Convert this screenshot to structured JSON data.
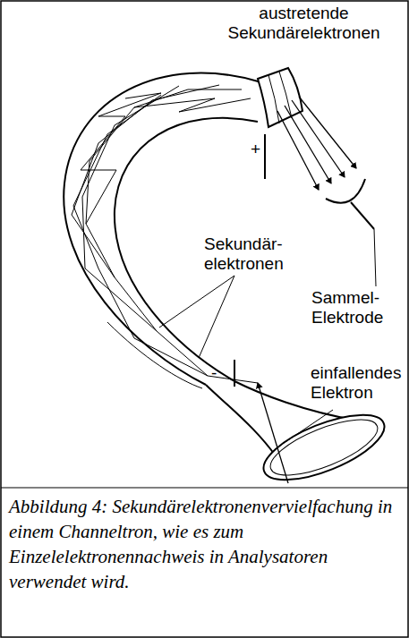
{
  "diagram": {
    "caption": "Abbildung 4: Sekundärelektronenvervielfachung in einem Channeltron, wie es zum Einzelelektronennachweis in Analysatoren verwendet wird.",
    "labels": [
      "austretende Sekundärelektronen",
      "+",
      "Sekundär- elektronen",
      "-",
      "Sammel- Elektrode",
      "einfallendes Elektron"
    ]
  }
}
